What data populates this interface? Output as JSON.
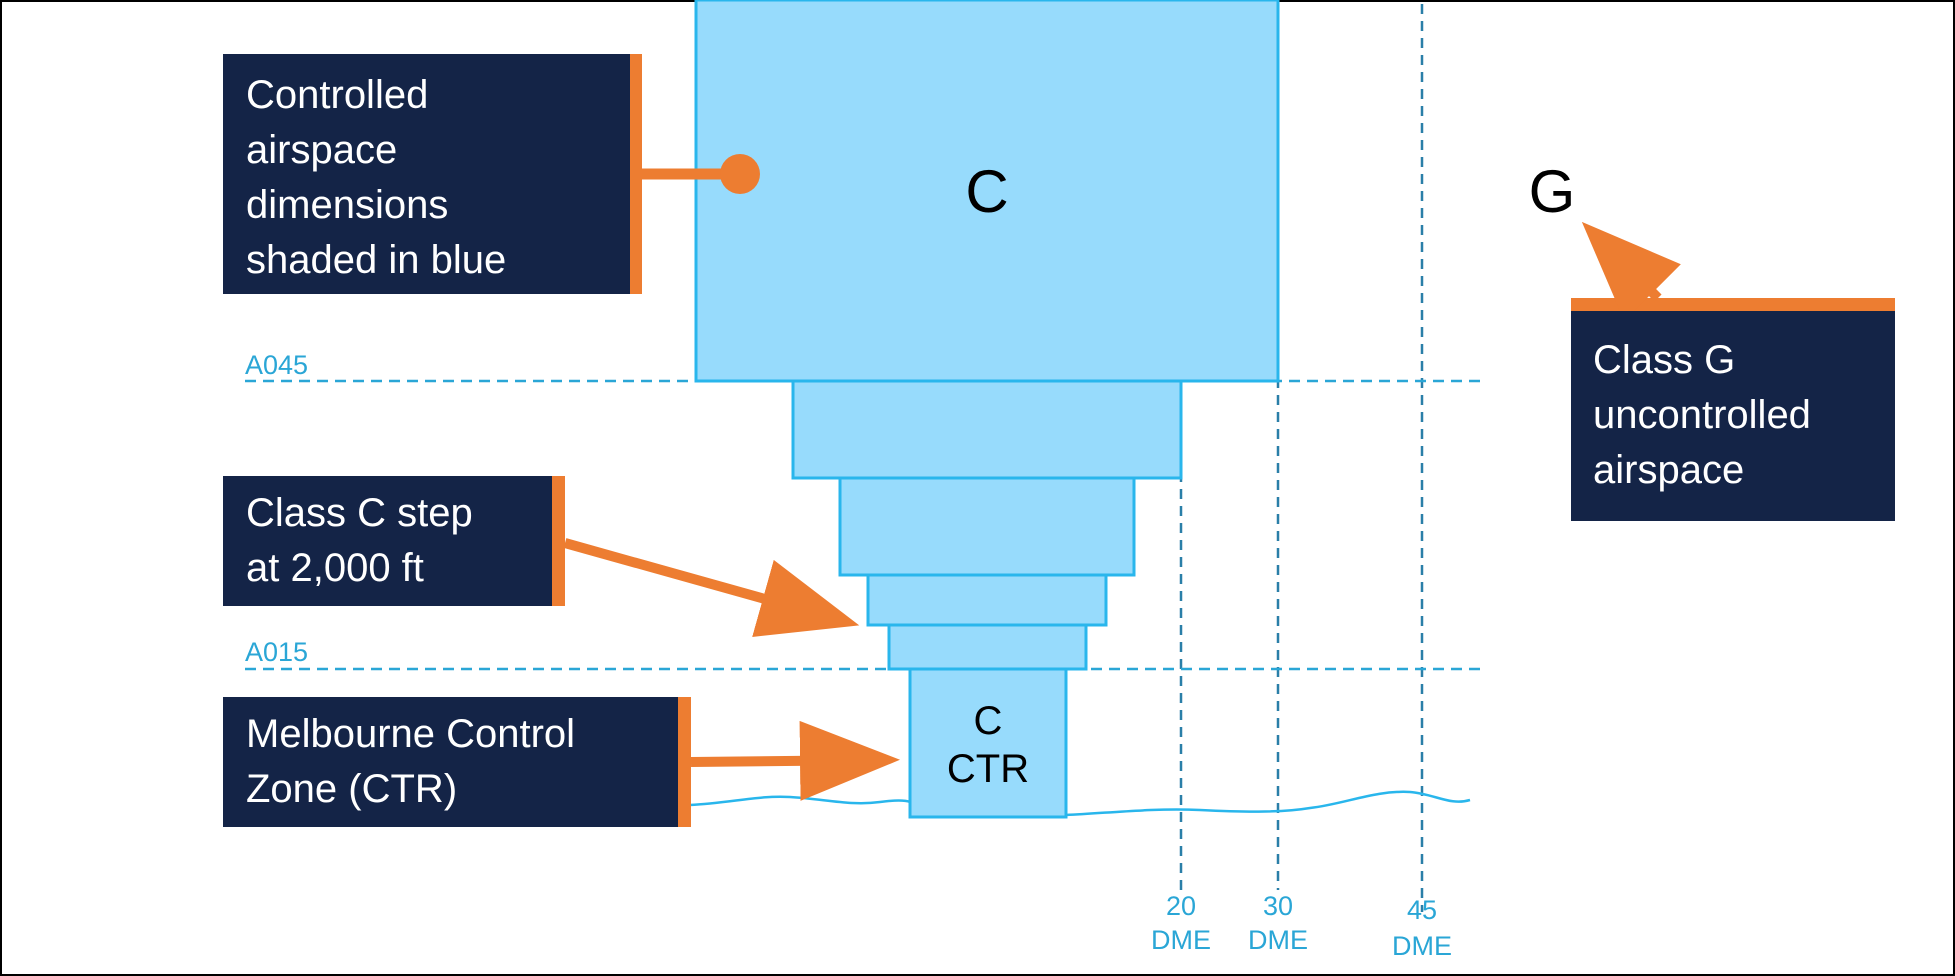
{
  "colors": {
    "airspace_fill": "#97dbfc",
    "airspace_stroke": "#29b6ec",
    "reference_line": "#2aa6d6",
    "callout_bg": "#142447",
    "callout_accent": "#ed7d31",
    "callout_text": "#ffffff"
  },
  "airspace": {
    "upper_class": "C",
    "ctr_class": "C",
    "ctr_name": "CTR",
    "uncontrolled_class": "G"
  },
  "levels": {
    "upper": "A045",
    "lower": "A015"
  },
  "dme": [
    {
      "nm": "20",
      "unit": "DME"
    },
    {
      "nm": "30",
      "unit": "DME"
    },
    {
      "nm": "45",
      "unit": "DME"
    }
  ],
  "callouts": {
    "controlled": [
      "Controlled",
      "airspace",
      "dimensions",
      "shaded in blue"
    ],
    "step": [
      "Class C step",
      "at 2,000 ft"
    ],
    "ctr": [
      "Melbourne Control",
      "Zone (CTR)"
    ],
    "class_g": [
      "Class G",
      "uncontrolled",
      "airspace"
    ]
  }
}
